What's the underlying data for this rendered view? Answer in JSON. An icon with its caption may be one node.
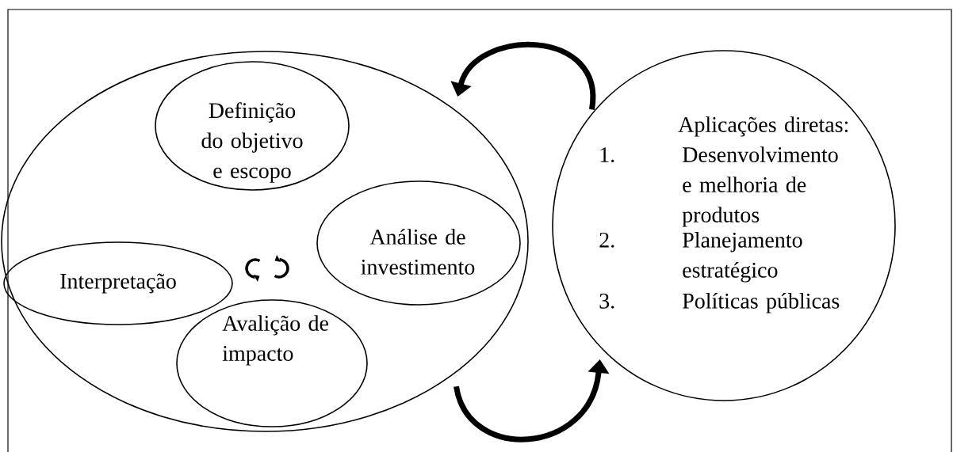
{
  "diagram": {
    "nodes": [
      {
        "text": [],
        "shape": "circle"
      },
      {
        "text": [
          "Definição do objetivo e escopo"
        ],
        "in": 0
      },
      {
        "text": [
          "Interpretação"
        ],
        "in": 0
      },
      {
        "text": [
          "Análise de investimento"
        ],
        "in": 0
      },
      {
        "text": [
          "Avalição de impacto"
        ],
        "in": 0
      },
      {
        "text": [
          "Aplicações diretas:",
          "1.",
          "Desenvolvimento e melhoria de produtos",
          "2.",
          "Planejamento estratégico",
          "3.",
          "Políticas públicas"
        ]
      }
    ],
    "edges": [
      {
        "from": 5,
        "to": 0,
        "arrow": "to"
      },
      {
        "from": 0,
        "to": 5,
        "arrow": "to"
      }
    ]
  }
}
